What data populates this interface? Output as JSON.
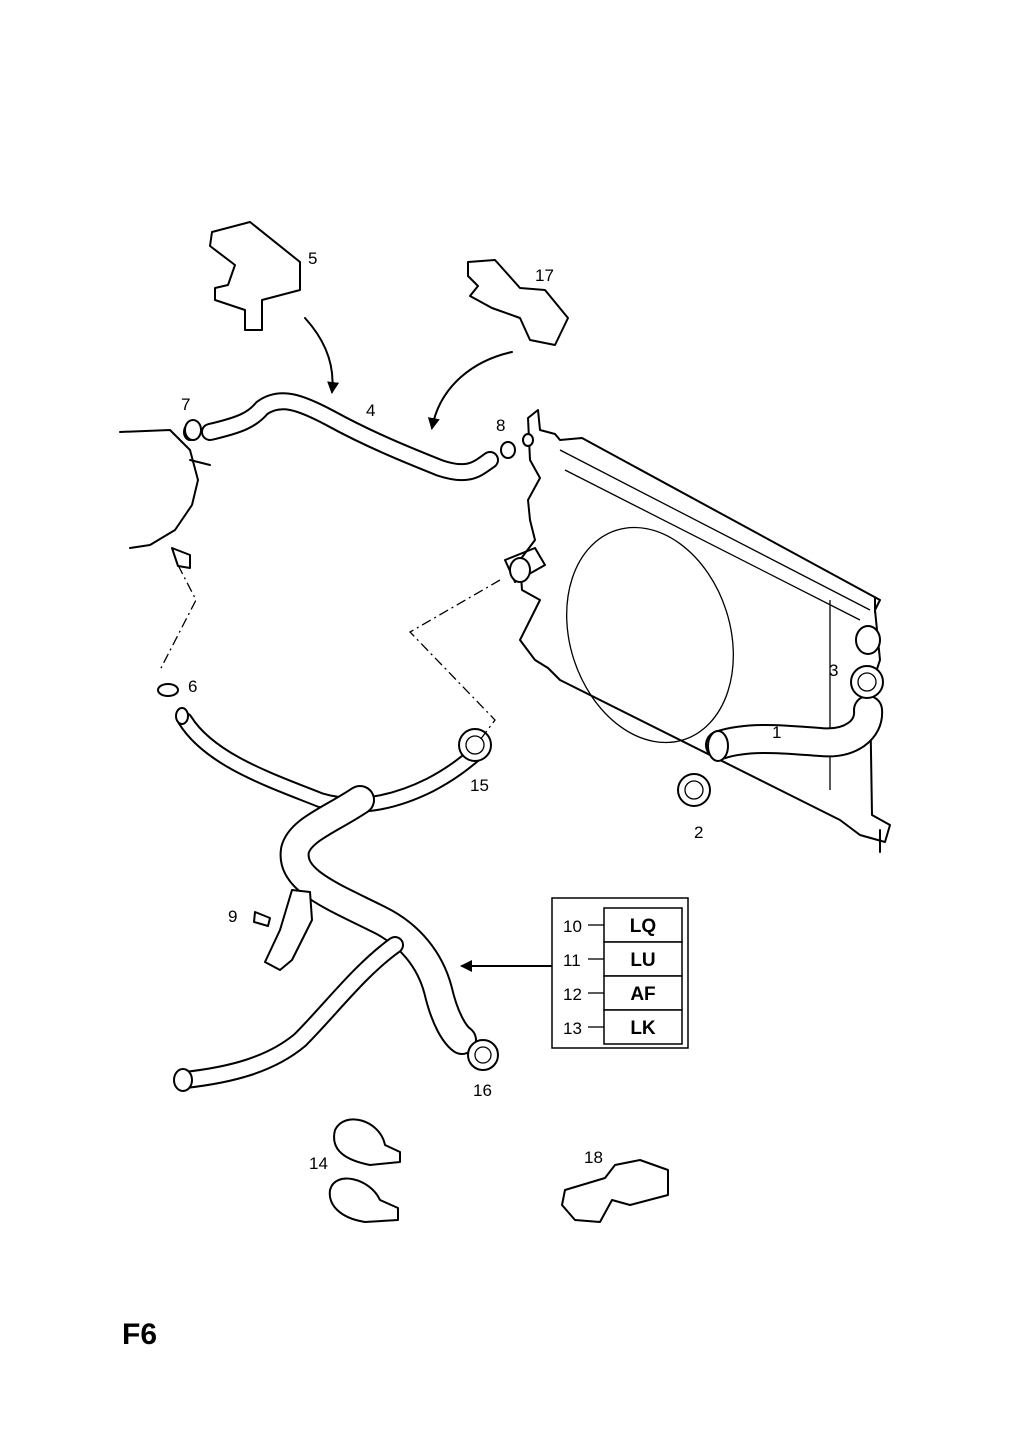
{
  "page_label": "F6",
  "callouts": [
    "1",
    "2",
    "3",
    "4",
    "5",
    "6",
    "7",
    "8",
    "9",
    "10",
    "11",
    "12",
    "13",
    "14",
    "15",
    "16",
    "17",
    "18"
  ],
  "variant_table": [
    {
      "num": "10",
      "code": "LQ"
    },
    {
      "num": "11",
      "code": "LU"
    },
    {
      "num": "12",
      "code": "AF"
    },
    {
      "num": "13",
      "code": "LK"
    }
  ]
}
